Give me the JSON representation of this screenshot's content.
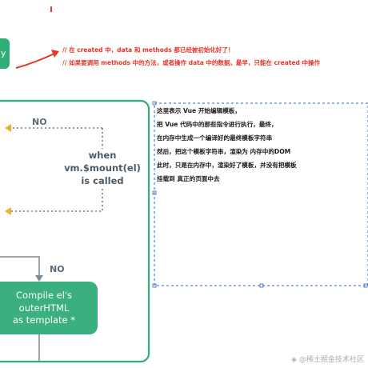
{
  "top_button": {
    "label": "y"
  },
  "red_notes": [
    "// 在 created 中，data 和 methods 都已经被初始化好了！",
    "// 如果要调用 methods 中的方法，或者操作 data 中的数据，最早，只能在 created 中操作"
  ],
  "flow": {
    "no_label_top": "NO",
    "condition_lines": [
      "when",
      "vm.$mount(el)",
      "is called"
    ],
    "no_label_bottom": "NO",
    "compile_box_lines": [
      "Compile el's",
      "outerHTML",
      "as template *"
    ]
  },
  "annotation_lines": [
    "这里表示 Vue 开始编辑模板，",
    "把 Vue 代码中的那些指令进行执行，最终，",
    "在内存中生成一个编译好的最终模板字符串",
    "然后，把这个模板字符串，渲染为 内存中的DOM",
    "此时，只是在内存中，渲染好了模板，并没有把模板",
    "挂载到 真正的页面中去"
  ],
  "watermark": {
    "icon": "juejin-logo-icon",
    "text": "@稀土掘金技术社区"
  },
  "colors": {
    "green": "#2fae79",
    "red": "#e6352b",
    "gray_dotted": "#6f7a88",
    "selection_blue": "#2b63c9"
  }
}
